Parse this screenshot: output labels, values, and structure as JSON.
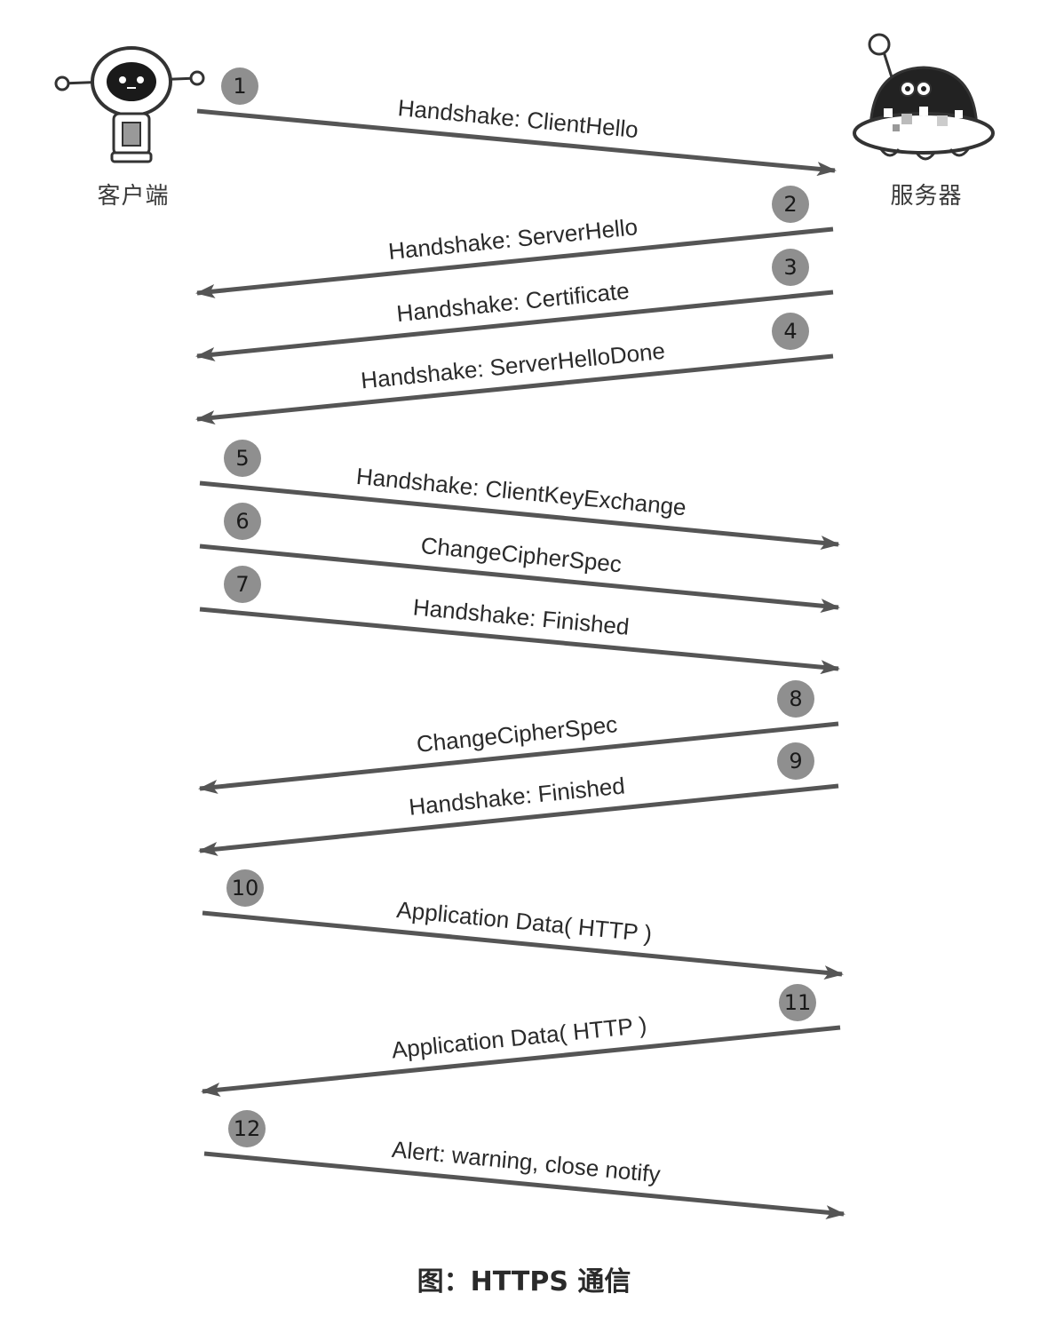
{
  "actors": {
    "client": {
      "label": "客户端",
      "icon": "robot-client-icon"
    },
    "server": {
      "label": "服务器",
      "icon": "robot-server-icon"
    }
  },
  "messages": [
    {
      "number": "1",
      "label": "Handshake: ClientHello",
      "direction": "client-to-server"
    },
    {
      "number": "2",
      "label": "Handshake: ServerHello",
      "direction": "server-to-client"
    },
    {
      "number": "3",
      "label": "Handshake: Certificate",
      "direction": "server-to-client"
    },
    {
      "number": "4",
      "label": "Handshake: ServerHelloDone",
      "direction": "server-to-client"
    },
    {
      "number": "5",
      "label": "Handshake: ClientKeyExchange",
      "direction": "client-to-server"
    },
    {
      "number": "6",
      "label": "ChangeCipherSpec",
      "direction": "client-to-server"
    },
    {
      "number": "7",
      "label": "Handshake: Finished",
      "direction": "client-to-server"
    },
    {
      "number": "8",
      "label": "ChangeCipherSpec",
      "direction": "server-to-client"
    },
    {
      "number": "9",
      "label": "Handshake: Finished",
      "direction": "server-to-client"
    },
    {
      "number": "10",
      "label": "Application Data( HTTP )",
      "direction": "client-to-server"
    },
    {
      "number": "11",
      "label": "Application Data( HTTP )",
      "direction": "server-to-client"
    },
    {
      "number": "12",
      "label": "Alert: warning, close notify",
      "direction": "client-to-server"
    }
  ],
  "caption": "图：HTTPS 通信",
  "colors": {
    "arrow": "#555555",
    "badge": "#8f8f8f",
    "text": "#2a2a2a"
  }
}
